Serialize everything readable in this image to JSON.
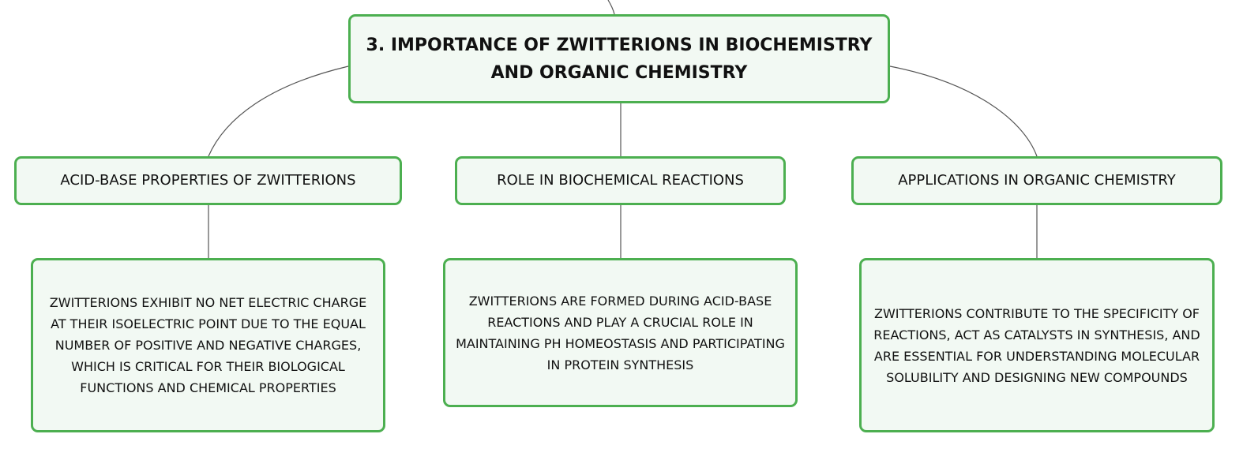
{
  "diagram": {
    "root": {
      "title": "3. IMPORTANCE OF ZWITTERIONS IN BIOCHEMISTRY AND ORGANIC CHEMISTRY"
    },
    "branches": [
      {
        "topic": "ACID-BASE PROPERTIES OF ZWITTERIONS",
        "detail": "ZWITTERIONS EXHIBIT NO NET ELECTRIC CHARGE AT THEIR ISOELECTRIC POINT DUE TO THE EQUAL NUMBER OF POSITIVE AND NEGATIVE CHARGES, WHICH IS CRITICAL FOR THEIR BIOLOGICAL FUNCTIONS AND CHEMICAL PROPERTIES"
      },
      {
        "topic": "ROLE IN BIOCHEMICAL REACTIONS",
        "detail": "ZWITTERIONS ARE FORMED DURING ACID-BASE REACTIONS AND PLAY A CRUCIAL ROLE IN MAINTAINING PH HOMEOSTASIS AND PARTICIPATING IN PROTEIN SYNTHESIS"
      },
      {
        "topic": "APPLICATIONS IN ORGANIC CHEMISTRY",
        "detail": "ZWITTERIONS CONTRIBUTE TO THE SPECIFICITY OF REACTIONS, ACT AS CATALYSTS IN SYNTHESIS, AND ARE ESSENTIAL FOR UNDERSTANDING MOLECULAR SOLUBILITY AND DESIGNING NEW COMPOUNDS"
      }
    ],
    "colors": {
      "node_border": "#4caf50",
      "node_fill": "#f2f9f3",
      "connector": "#555555",
      "text": "#111111"
    }
  }
}
